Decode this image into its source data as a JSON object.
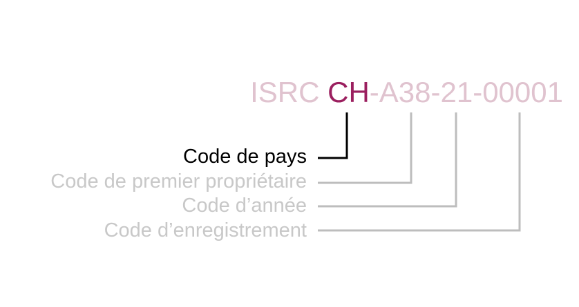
{
  "isrc": {
    "prefix": "ISRC ",
    "country": "CH",
    "rest": "-A38-21-00001"
  },
  "labels": {
    "country_code": "Code de pays",
    "owner_code": "Code de premier propriétaire",
    "year_code": "Code d’année",
    "registration_code": "Code d’enregistrement"
  },
  "colors": {
    "highlight": "#9b1f5f",
    "muted_code": "#e0c3cf",
    "active_text": "#000000",
    "muted_text": "#c8c8c8",
    "active_line": "#000000",
    "muted_line": "#bdbdbd"
  }
}
